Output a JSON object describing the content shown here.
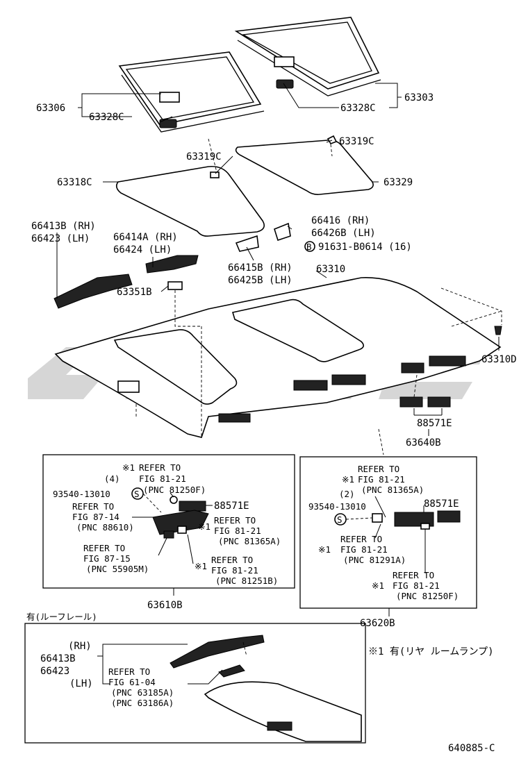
{
  "labels": {
    "p63306": "63306",
    "p63328c_l": "63328C",
    "p63303": "63303",
    "p63328c_r": "63328C",
    "p63319c_l": "63319C",
    "p63319c_r": "63319C",
    "p63318c": "63318C",
    "p63329": "63329",
    "p66413b_rh": "66413B (RH)",
    "p66423_lh": "66423  (LH)",
    "p66414a_rh": "66414A (RH)",
    "p66424_lh": "66424   (LH)",
    "p66416_rh": "66416  (RH)",
    "p66426b_lh": "66426B (LH)",
    "p91631": "91631-B0614 (16)",
    "p66415b_rh": "66415B (RH)",
    "p66425b_lh": "66425B (LH)",
    "p63310": "63310",
    "p63351b": "63351B",
    "p63310d": "63310D",
    "p88571e_main": "88571E",
    "p63640b": "63640B",
    "bolt_b": "B"
  },
  "box_left": {
    "callout": "63610B",
    "ref1_mark": "※1",
    "ref1_l1": "REFER TO",
    "ref1_l2": "FIG 81-21",
    "ref1_l3": "(PNC 81250F)",
    "qty": "(4)",
    "pn_93540": "93540-13010",
    "s_mark": "S",
    "pn_88571e": "88571E",
    "ref2_l1": "REFER TO",
    "ref2_l2": "FIG 87-14",
    "ref2_l3": "(PNC 88610)",
    "ref3_mark": "※1",
    "ref3_l1": "REFER TO",
    "ref3_l2": "FIG 81-21",
    "ref3_l3": "(PNC 81365A)",
    "ref4_l1": "REFER TO",
    "ref4_l2": "FIG 87-15",
    "ref4_l3": "(PNC 55905M)",
    "ref5_mark": "※1",
    "ref5_l1": "REFER TO",
    "ref5_l2": "FIG 81-21",
    "ref5_l3": "(PNC 81251B)"
  },
  "box_right": {
    "callout": "63620B",
    "ref1_l1": "REFER TO",
    "ref1_mark": "※1",
    "ref1_l2": "FIG 81-21",
    "ref1_l3": "(PNC 81365A)",
    "qty": "(2)",
    "pn_93540": "93540-13010",
    "s_mark": "S",
    "pn_88571e": "88571E",
    "ref2_l1": "REFER TO",
    "ref2_mark": "※1",
    "ref2_l2": "FIG 81-21",
    "ref2_l3": "(PNC 81291A)",
    "ref3_l1": "REFER TO",
    "ref3_mark": "※1",
    "ref3_l2": "FIG 81-21",
    "ref3_l3": "(PNC 81250F)"
  },
  "box_bottom": {
    "title": "有(ルーフレール)",
    "rh": "(RH)",
    "p66413b": "66413B",
    "p66423": "66423",
    "lh": "(LH)",
    "ref_l1": "REFER TO",
    "ref_l2": "FIG 61-04",
    "ref_l3": "(PNC 63185A)",
    "ref_l4": "(PNC 63186A)"
  },
  "note": "※1 有(リヤ ルームランプ)",
  "figure_code": "640885-C"
}
